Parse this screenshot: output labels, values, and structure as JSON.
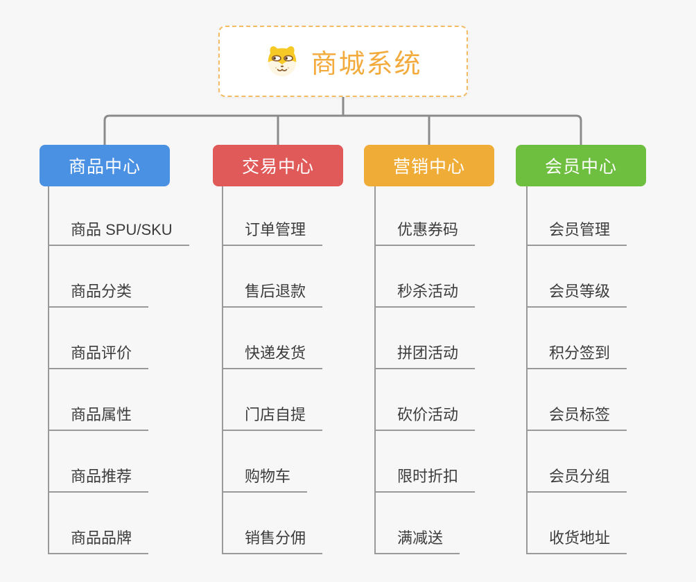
{
  "root": {
    "title": "商城系统",
    "icon": "dog-face-icon"
  },
  "branches": [
    {
      "label": "商品中心",
      "color": "#4b91e3",
      "items": [
        "商品 SPU/SKU",
        "商品分类",
        "商品评价",
        "商品属性",
        "商品推荐",
        "商品品牌"
      ]
    },
    {
      "label": "交易中心",
      "color": "#e15a5a",
      "items": [
        "订单管理",
        "售后退款",
        "快递发货",
        "门店自提",
        "购物车",
        "销售分佣"
      ]
    },
    {
      "label": "营销中心",
      "color": "#efad38",
      "items": [
        "优惠券码",
        "秒杀活动",
        "拼团活动",
        "砍价活动",
        "限时折扣",
        "满减送"
      ]
    },
    {
      "label": "会员中心",
      "color": "#6ebe3f",
      "items": [
        "会员管理",
        "会员等级",
        "积分签到",
        "会员标签",
        "会员分组",
        "收货地址"
      ]
    }
  ],
  "colors": {
    "background": "#f7f7f7",
    "connector": "#8b8b8b",
    "underline": "#999999",
    "root_border": "#f3bc64",
    "root_text": "#f2ab3c",
    "leaf_text": "#3c3c3c"
  }
}
